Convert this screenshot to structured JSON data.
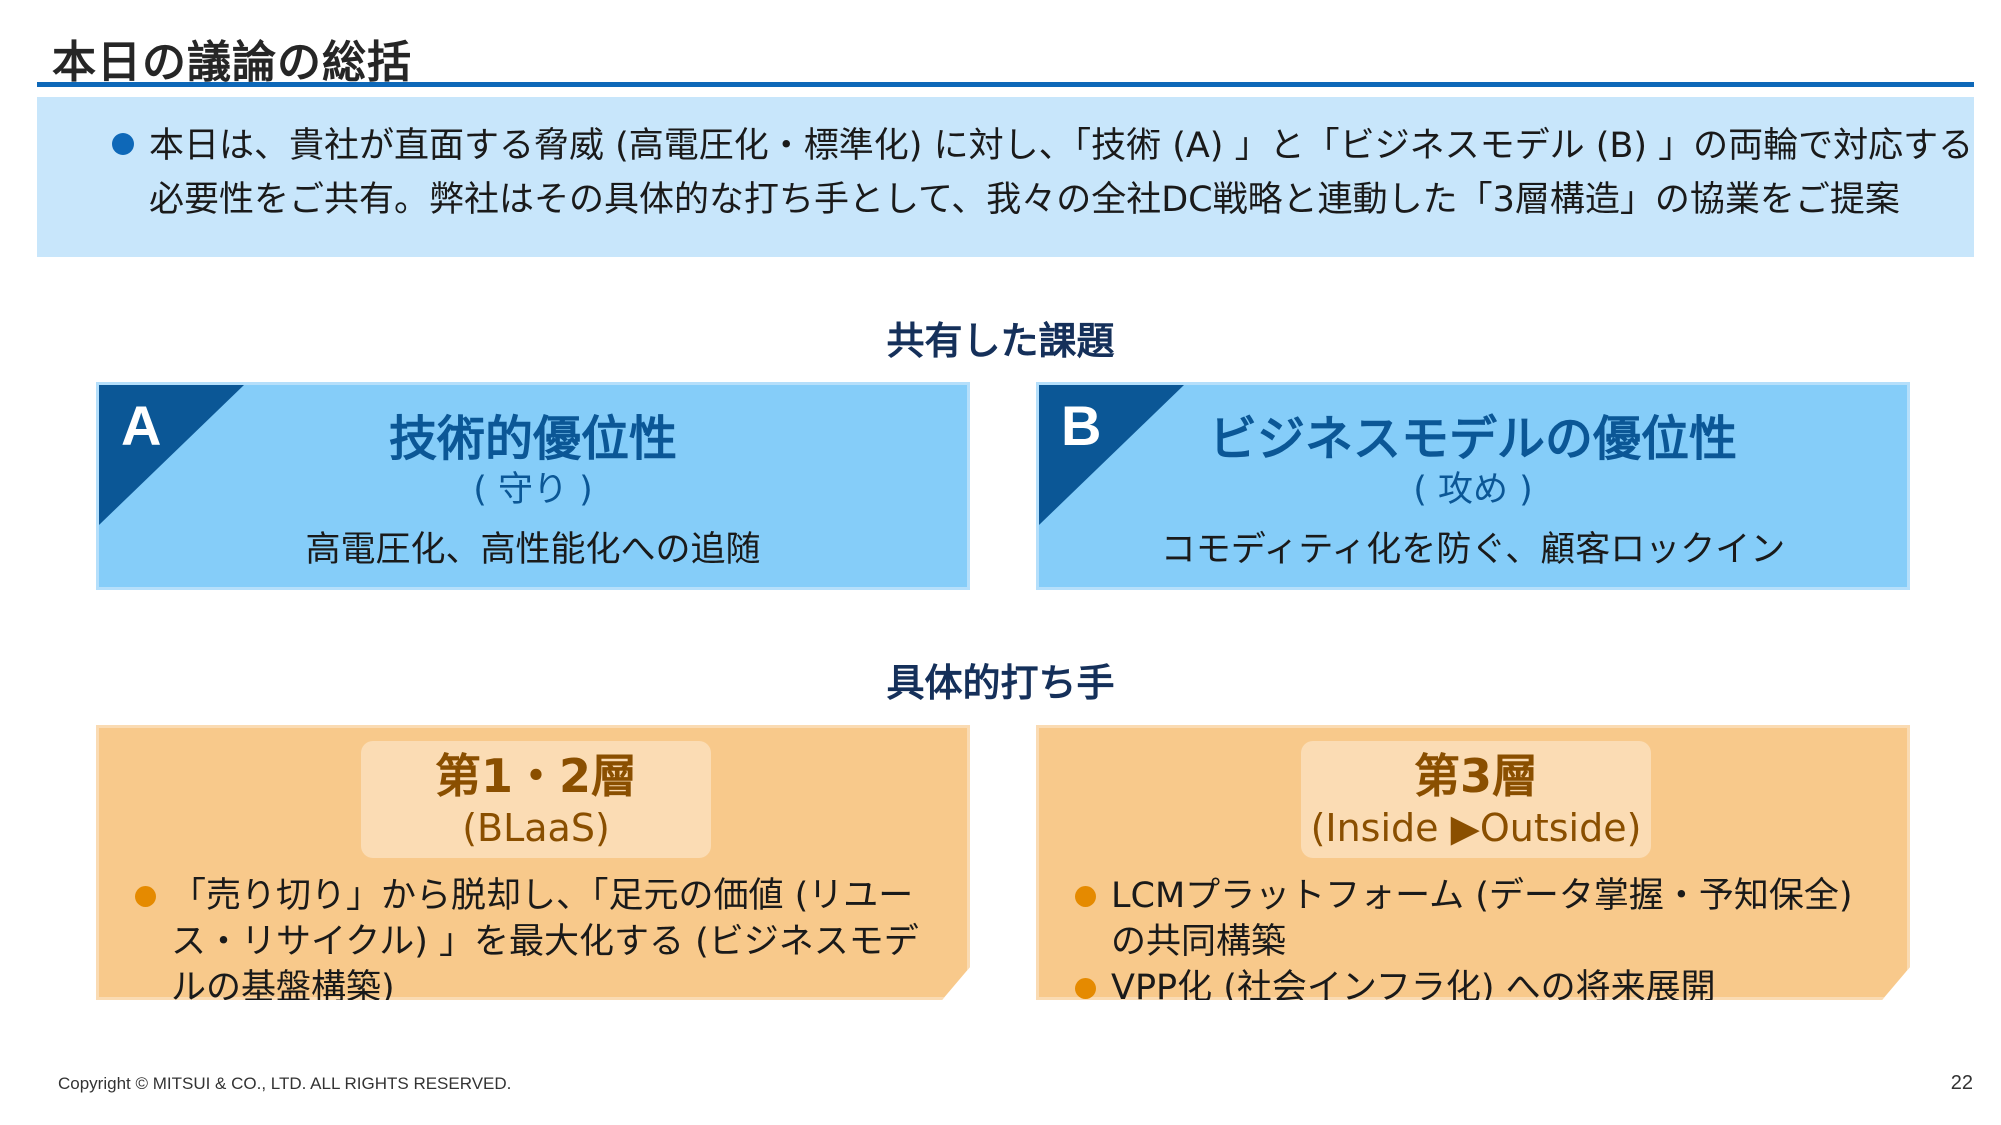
{
  "title": "本日の議論の総括",
  "summary": {
    "line1": "本日は、貴社が直面する脅威 (高電圧化・標準化) に対し、「技術 (A) 」と「ビジネスモデル (B) 」の両輪で対応する",
    "line2": "必要性をご共有。弊社はその具体的な打ち手として、我々の全社DC戦略と連動した「3層構造」の協業をご提案"
  },
  "challenges_heading": "共有した課題",
  "challenges": [
    {
      "letter": "A",
      "title": "技術的優位性",
      "subtitle": "( 守り )",
      "description": "高電圧化、高性能化への追随"
    },
    {
      "letter": "B",
      "title": "ビジネスモデルの優位性",
      "subtitle": "( 攻め )",
      "description": "コモディティ化を防ぐ、顧客ロックイン"
    }
  ],
  "measures_heading": "具体的打ち手",
  "measures": [
    {
      "title": "第1・2層",
      "subtitle": "(BLaaS)",
      "items": [
        "「売り切り」から脱却し、「足元の価値 (リユース・リサイクル) 」を最大化する (ビジネスモデルの基盤構築)"
      ]
    },
    {
      "title": "第3層",
      "subtitle": "(Inside ▶Outside)",
      "items": [
        "LCMプラットフォーム (データ掌握・予知保全) の共同構築",
        "VPP化 (社会インフラ化) への将来展開"
      ]
    }
  ],
  "footer": {
    "copyright": "Copyright © MITSUI & CO., LTD. ALL RIGHTS RESERVED.",
    "page": "22"
  },
  "colors": {
    "primary_blue": "#0e68b8",
    "light_blue": "#85cdf9",
    "orange_card": "#f8c98b",
    "orange_text": "#8a4f00"
  }
}
